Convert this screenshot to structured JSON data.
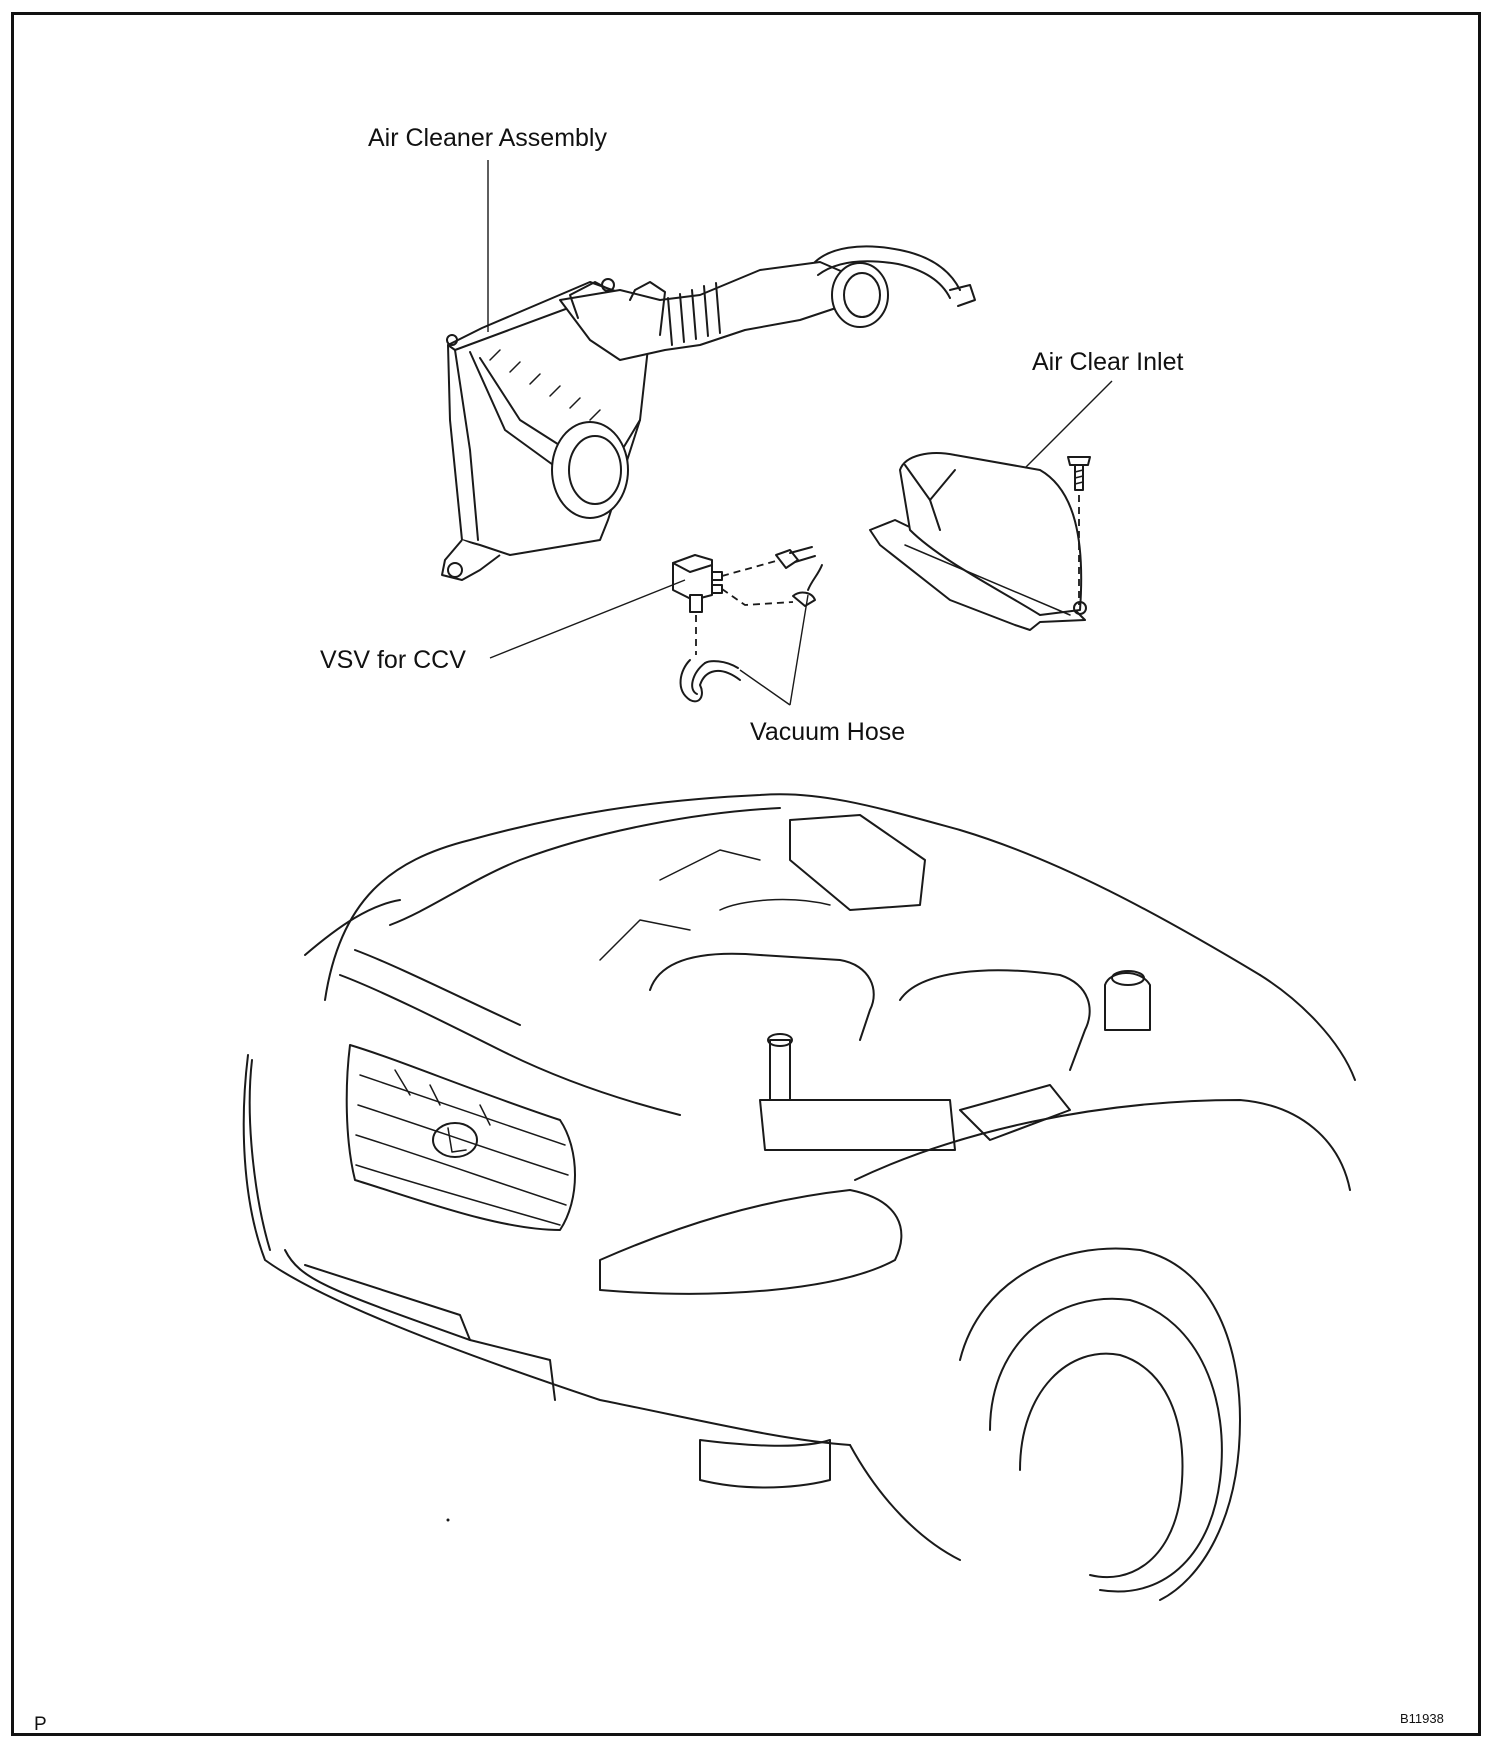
{
  "labels": {
    "air_cleaner_assembly": "Air Cleaner Assembly",
    "air_clear_inlet": "Air Clear Inlet",
    "vsv_for_ccv": "VSV for CCV",
    "vacuum_hose": "Vacuum Hose"
  },
  "footer": {
    "page_mark": "P",
    "figure_code": "B11938"
  },
  "colors": {
    "line": "#1a1a1a",
    "background": "#ffffff"
  }
}
